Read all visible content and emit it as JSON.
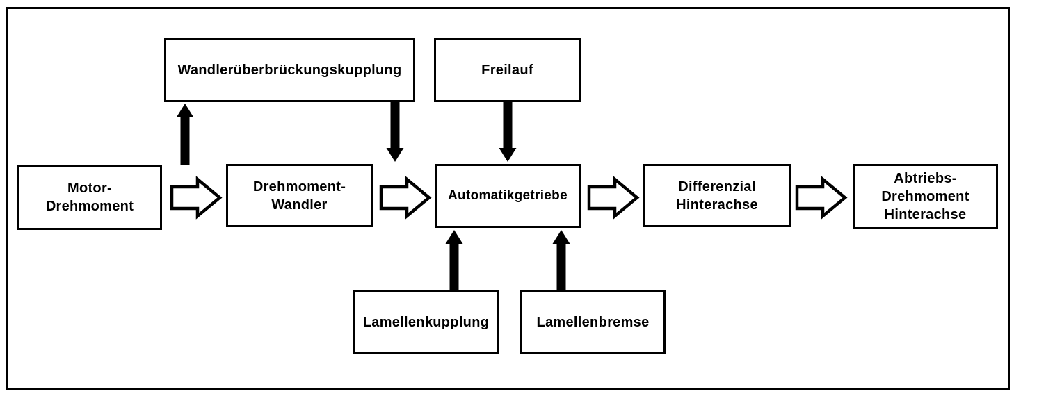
{
  "colors": {
    "background": "#ffffff",
    "line": "#000000",
    "box_fill": "#ffffff",
    "text": "#000000"
  },
  "diagram": {
    "description": "Automatic transmission torque flow block diagram (German)",
    "nodes": {
      "wandlerkupplung": {
        "label": "Wandlerüberbrückungskupplung"
      },
      "freilauf": {
        "label": "Freilauf"
      },
      "motor": {
        "label": "Motor-\nDrehmoment"
      },
      "wandler": {
        "label": "Drehmoment-\nWandler"
      },
      "getriebe": {
        "label": "Automatikgetriebe"
      },
      "differenzial": {
        "label": "Differenzial\nHinterachse"
      },
      "abtrieb": {
        "label": "Abtriebs-\nDrehmoment\nHinterachse"
      },
      "kupplung": {
        "label": "Lamellenkupplung"
      },
      "bremse": {
        "label": "Lamellenbremse"
      }
    },
    "connections": [
      {
        "from": "Motor-Drehmoment",
        "to": "Drehmoment-Wandler",
        "style": "hollow-outline",
        "direction": "right"
      },
      {
        "from": "Drehmoment-Wandler",
        "to": "Automatikgetriebe",
        "style": "hollow-outline",
        "direction": "right"
      },
      {
        "from": "Automatikgetriebe",
        "to": "Differenzial Hinterachse",
        "style": "hollow-outline",
        "direction": "right"
      },
      {
        "from": "Differenzial Hinterachse",
        "to": "Abtriebs-Drehmoment Hinterachse",
        "style": "hollow-outline",
        "direction": "right"
      },
      {
        "from": "Drehmoment-Wandler",
        "to": "Wandlerüberbrückungskupplung",
        "style": "solid",
        "direction": "up"
      },
      {
        "from": "Wandlerüberbrückungskupplung",
        "to": "Automatikgetriebe",
        "style": "solid",
        "direction": "down"
      },
      {
        "from": "Freilauf",
        "to": "Automatikgetriebe",
        "style": "solid",
        "direction": "down"
      },
      {
        "from": "Lamellenkupplung",
        "to": "Automatikgetriebe",
        "style": "solid",
        "direction": "up"
      },
      {
        "from": "Lamellenbremse",
        "to": "Automatikgetriebe",
        "style": "solid",
        "direction": "up"
      }
    ]
  }
}
